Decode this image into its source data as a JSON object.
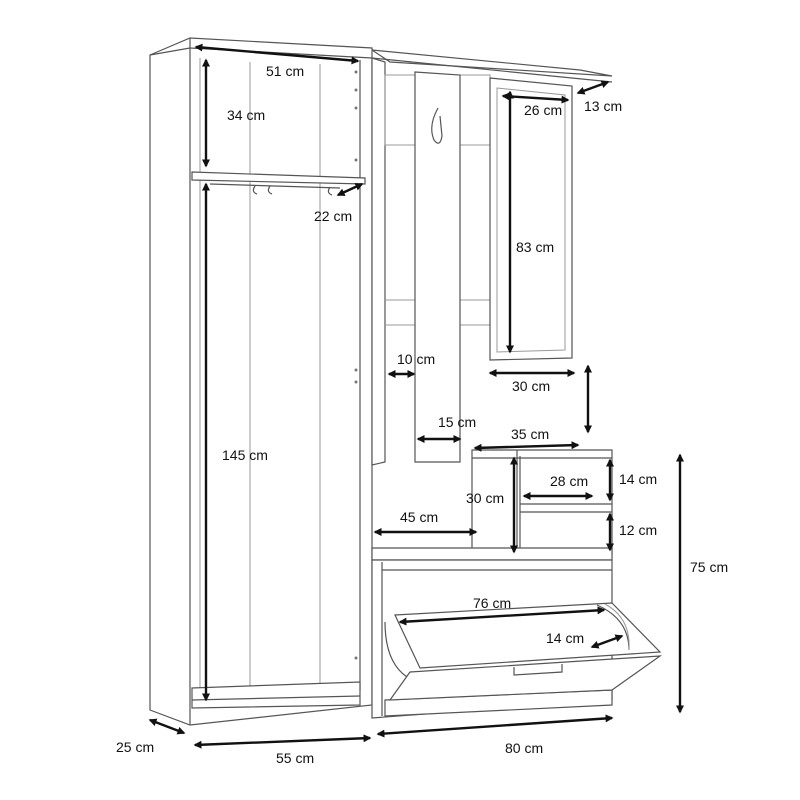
{
  "diagram": {
    "dimensions": {
      "top_width_left": "51 cm",
      "top_shelf_height": "34 cm",
      "shelf_depth": "22 cm",
      "wardrobe_height": "145 cm",
      "depth_left": "25 cm",
      "width_left": "55 cm",
      "mirror_width_top": "26 cm",
      "top_depth_right": "13 cm",
      "mirror_height": "83 cm",
      "mirror_width": "30 cm",
      "panel_gap": "10 cm",
      "hook_panel_width": "15 cm",
      "cabinet_width": "35 cm",
      "niche_width": "28 cm",
      "niche_height_top": "14 cm",
      "cabinet_height": "30 cm",
      "niche_height_bottom": "12 cm",
      "bench_width": "45 cm",
      "drawer_width": "76 cm",
      "drawer_depth": "14 cm",
      "unit_height": "75 cm",
      "width_right": "80 cm"
    }
  }
}
